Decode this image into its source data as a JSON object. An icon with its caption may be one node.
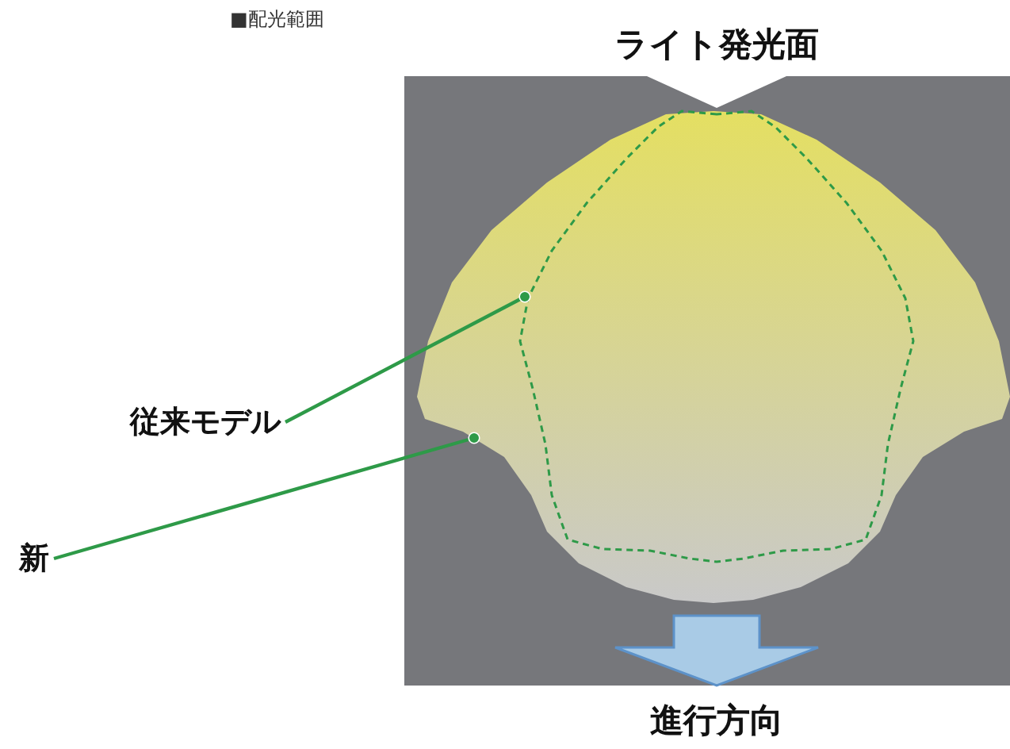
{
  "diagram": {
    "nodes": [
      {
        "text": [
          "ライト発光面"
        ]
      },
      {
        "text": [],
        "shape": "area"
      },
      {
        "text": [],
        "shape": "outline",
        "in": 1
      },
      {
        "text": [
          "従来モデル"
        ]
      },
      {
        "text": [
          "新"
        ]
      },
      {
        "text": [
          "進行方向"
        ]
      }
    ],
    "edges": [
      {
        "from": 3,
        "to": 2,
        "arrow": "other"
      },
      {
        "from": 4,
        "to": 1,
        "arrow": "other"
      }
    ],
    "labels": [
      "■配光範囲"
    ]
  }
}
